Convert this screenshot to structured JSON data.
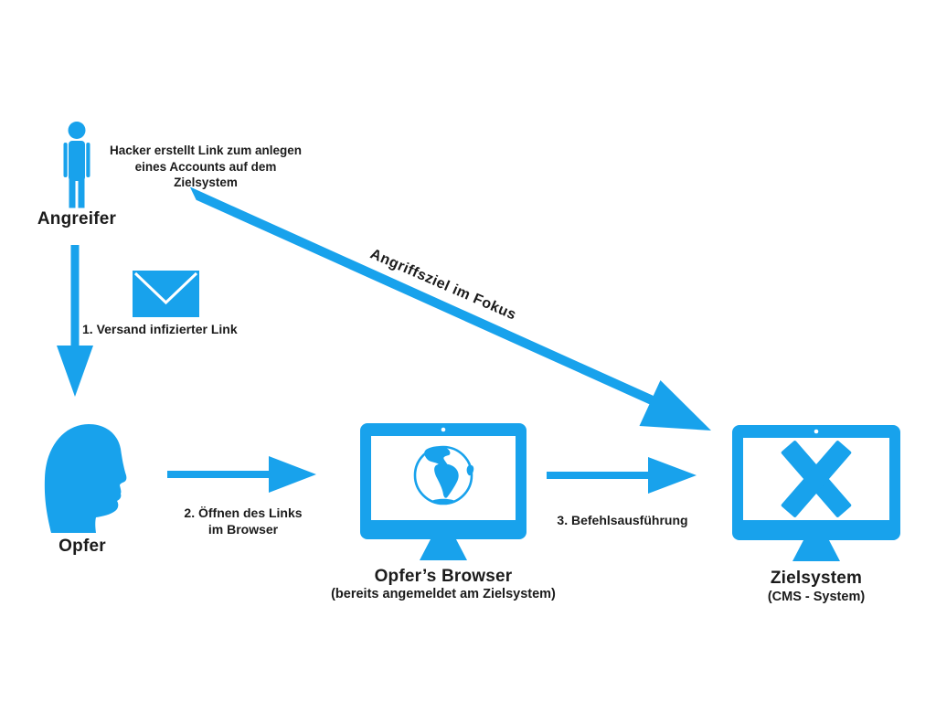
{
  "colors": {
    "accent": "#18A2EC",
    "text": "#1b1b1b",
    "background": "#ffffff"
  },
  "nodes": {
    "attacker": {
      "label": "Angreifer",
      "note": "Hacker erstellt Link zum anlegen\neines Accounts auf dem Zielsystem",
      "icon": "person-icon"
    },
    "victim": {
      "label": "Opfer",
      "icon": "head-profile-icon"
    },
    "browser": {
      "label": "Opfer’s Browser",
      "sublabel": "(bereits angemeldet am Zielsystem)",
      "icon": "monitor-globe-icon"
    },
    "target": {
      "label": "Zielsystem",
      "sublabel": "(CMS - System)",
      "icon": "monitor-x-icon"
    }
  },
  "edges": {
    "step1": {
      "label": "1. Versand infizierter Link",
      "icon": "envelope-icon",
      "direction": "down"
    },
    "step2": {
      "label": "2. Öffnen des Links\nim Browser",
      "direction": "right"
    },
    "step3": {
      "label": "3. Befehlsausführung",
      "direction": "right"
    },
    "focus": {
      "label": "Angriffsziel im Fokus",
      "direction": "diagonal-down-right"
    }
  }
}
